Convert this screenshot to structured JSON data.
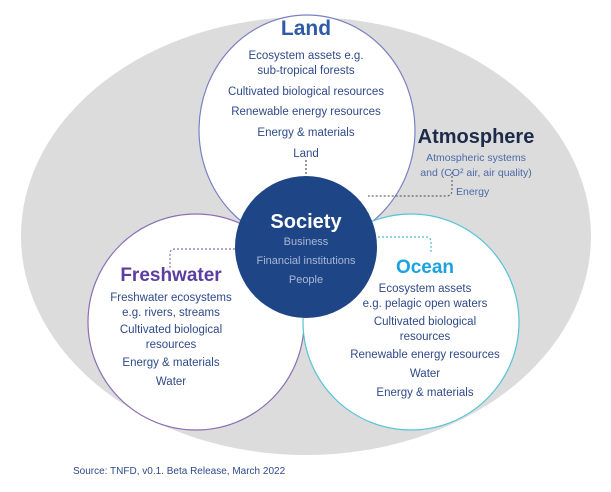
{
  "land": {
    "title": "Land",
    "items": [
      "Ecosystem assets e.g.",
      "sub-tropical forests",
      "Cultivated biological resources",
      "Renewable energy resources",
      "Energy & materials",
      "Land"
    ]
  },
  "atmosphere": {
    "title": "Atmosphere",
    "items": [
      "Atmospheric systems",
      "and (CO² air, air quality)",
      "Energy"
    ]
  },
  "society": {
    "title": "Society",
    "items": [
      "Business",
      "Financial institutions",
      "People"
    ]
  },
  "freshwater": {
    "title": "Freshwater",
    "items": [
      "Freshwater ecosystems",
      "e.g. rivers, streams",
      "Cultivated biological",
      "resources",
      "Energy & materials",
      "Water"
    ]
  },
  "ocean": {
    "title": "Ocean",
    "items": [
      "Ecosystem assets",
      "e.g. pelagic open waters",
      "Cultivated biological",
      "resources",
      "Renewable energy resources",
      "Water",
      "Energy & materials"
    ]
  },
  "source": "Source: TNFD, v0.1. Beta Release, March 2022",
  "colors": {
    "background_ellipse": "#dcdcdc",
    "society": "#1e4586",
    "land_title": "#2e5aa8",
    "freshwater_title": "#5b3ea0",
    "ocean_title": "#1aa3dc",
    "atmosphere_title": "#1d2b4a"
  }
}
